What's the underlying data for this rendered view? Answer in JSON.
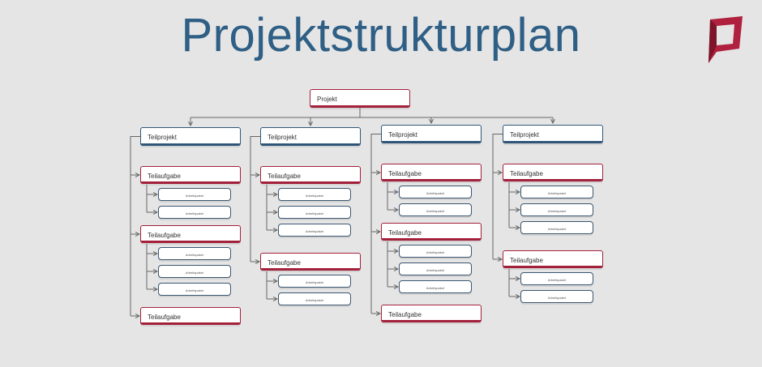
{
  "header": {
    "title": "Projektstrukturplan"
  },
  "logo": {
    "icon": "brand-logo-icon",
    "color": "#b0213f"
  },
  "tree": {
    "root": "Projekt",
    "subprojects": [
      {
        "label": "Teilprojekt",
        "tasks": [
          {
            "label": "Teilaufgabe",
            "packages": [
              "Arbeitspaket",
              "Arbeitspaket"
            ]
          },
          {
            "label": "Teilaufgabe",
            "packages": [
              "Arbeitspaket",
              "Arbeitspaket",
              "Arbeitspaket"
            ]
          },
          {
            "label": "Teilaufgabe",
            "packages": []
          }
        ]
      },
      {
        "label": "Teilprojekt",
        "tasks": [
          {
            "label": "Teilaufgabe",
            "packages": [
              "Arbeitspaket",
              "Arbeitspaket",
              "Arbeitspaket"
            ]
          },
          {
            "label": "Teilaufgabe",
            "packages": [
              "Arbeitspaket",
              "Arbeitspaket"
            ]
          }
        ]
      },
      {
        "label": "Teilprojekt",
        "tasks": [
          {
            "label": "Teilaufgabe",
            "packages": [
              "Arbeitspaket",
              "Arbeitspaket"
            ]
          },
          {
            "label": "Teilaufgabe",
            "packages": [
              "Arbeitspaket",
              "Arbeitspaket",
              "Arbeitspaket"
            ]
          },
          {
            "label": "Teilaufgabe",
            "packages": []
          }
        ]
      },
      {
        "label": "Teilprojekt",
        "tasks": [
          {
            "label": "Teilaufgabe",
            "packages": [
              "Arbeitspaket",
              "Arbeitspaket",
              "Arbeitspaket"
            ]
          },
          {
            "label": "Teilaufgabe",
            "packages": [
              "Arbeitspaket",
              "Arbeitspaket"
            ]
          }
        ]
      }
    ]
  }
}
